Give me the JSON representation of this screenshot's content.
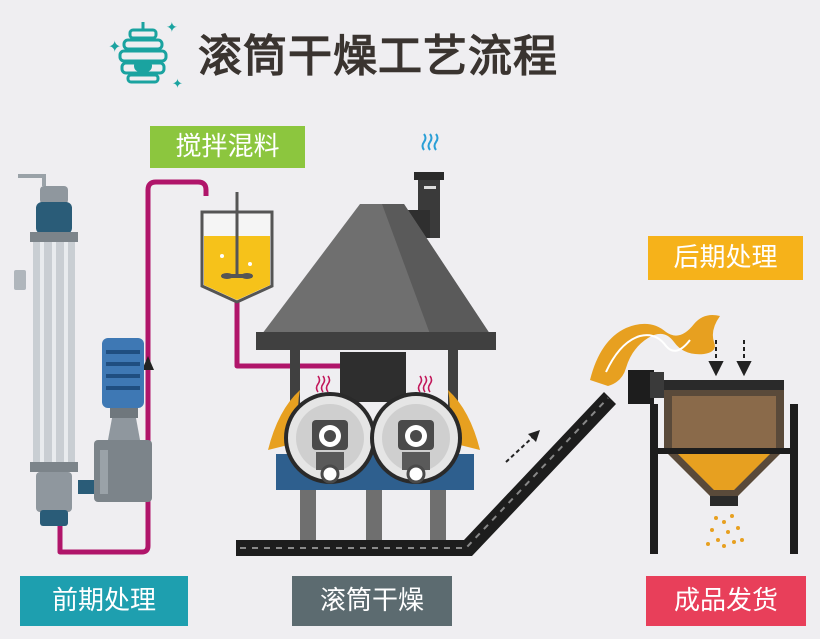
{
  "title": "滚筒干燥工艺流程",
  "stages": {
    "mixing": "搅拌混料",
    "post_processing": "后期处理",
    "pre_processing": "前期处理",
    "drum_drying": "滚筒干燥",
    "shipping": "成品发货"
  },
  "colors": {
    "pipe": "#b0156a",
    "mix_tag": "#8cc63e",
    "post_tag": "#f6b21a",
    "pre_tag": "#1e9faf",
    "dry_tag": "#5c6b70",
    "ship_tag": "#e83f5a",
    "liquid": "#f6c21a",
    "product": "#e7a020"
  }
}
